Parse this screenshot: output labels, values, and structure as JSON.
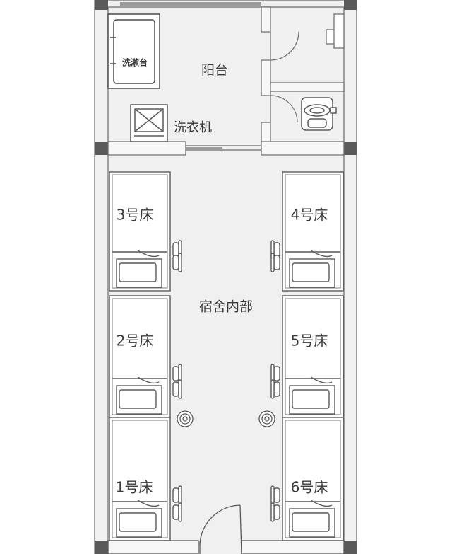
{
  "rooms": {
    "balcony": "阳台",
    "dorm_interior": "宿舍内部"
  },
  "fixtures": {
    "wash_basin": "洗漱台",
    "washing_machine": "洗衣机"
  },
  "beds": {
    "bed1": "1号床",
    "bed2": "2号床",
    "bed3": "3号床",
    "bed4": "4号床",
    "bed5": "5号床",
    "bed6": "6号床"
  },
  "colors": {
    "wall": "#5a5a5a",
    "line": "#6b6b6b",
    "floor": "#efefef",
    "text": "#3a3a3a"
  }
}
